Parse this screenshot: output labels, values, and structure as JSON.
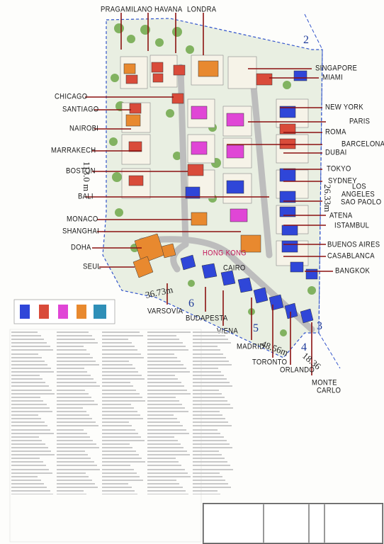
{
  "plan": {
    "colors": {
      "parcel_orange": "#e8892f",
      "parcel_red": "#d94b3a",
      "parcel_blue": "#2f46d8",
      "parcel_magenta": "#e046d6",
      "road": "#bdbdbd",
      "greenery": "#6fa84a",
      "callout_line": "#8b1111",
      "boundary": "#3355cc"
    },
    "north_labels": [
      "PRAGA",
      "MILANO",
      "HAVANA",
      "LONDRA"
    ],
    "left_labels": [
      "CHICAGO",
      "SANTIAGO",
      "NAIROBI",
      "MARRAKECH",
      "BOSTON",
      "BALI",
      "MONACO",
      "SHANGHAI",
      "DOHA",
      "SEUL"
    ],
    "right_labels": [
      "SINGAPORE",
      "MIAMI",
      "NEW YORK",
      "PARIS",
      "ROMA",
      "BARCELONA",
      "DUBAI",
      "TOKYO",
      "SYDNEY",
      "LOS",
      "ANGELES",
      "SAO PAOLO",
      "ATENA",
      "ISTAMBUL",
      "BUENOS AIRES",
      "CASABLANCA",
      "BANGKOK"
    ],
    "bottom_labels": [
      "VARSOVIA",
      "BUDAPESTA",
      "VIENA",
      "MADRID",
      "TORONTO",
      "ORLANDO",
      "MONTE",
      "CARLO"
    ],
    "center_labels": [
      "HONG KONG",
      "CAIRO"
    ],
    "dimensions": [
      "113.0 m",
      "36.73m",
      "48.56m",
      "18.36",
      "26.33m"
    ],
    "sections": [
      "2",
      "3",
      "4",
      "5",
      "6"
    ]
  }
}
